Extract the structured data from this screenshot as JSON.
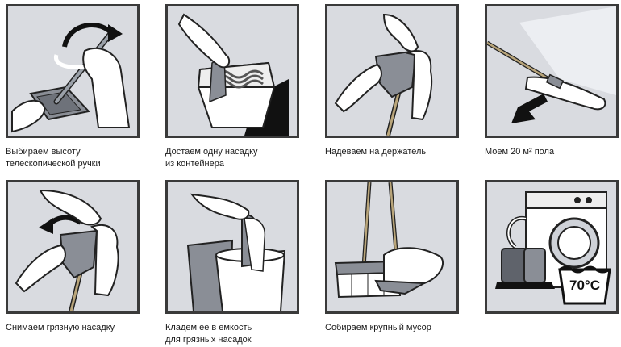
{
  "steps": [
    {
      "id": "adjust-handle",
      "caption": [
        "Выбираем высоту",
        "телескопической ручки"
      ]
    },
    {
      "id": "take-pad",
      "caption": [
        "Достаем одну насадку",
        "из контейнера"
      ]
    },
    {
      "id": "attach-pad",
      "caption": [
        "Надеваем на держатель"
      ]
    },
    {
      "id": "wash-floor",
      "caption": [
        "Моем 20 м² пола"
      ]
    },
    {
      "id": "remove-pad",
      "caption": [
        "Снимаем грязную насадку"
      ]
    },
    {
      "id": "put-in-bag",
      "caption": [
        "Кладем ее в емкость",
        "для грязных насадок"
      ]
    },
    {
      "id": "collect-debris",
      "caption": [
        "Собираем крупный мусор"
      ]
    },
    {
      "id": "machine-wash",
      "caption": [],
      "wash_label": "70°C"
    }
  ],
  "colors": {
    "panel_bg": "#d9dbe0",
    "border": "#3a3a3a",
    "ink": "#1a1a1a",
    "metal": "#8a8e96"
  }
}
